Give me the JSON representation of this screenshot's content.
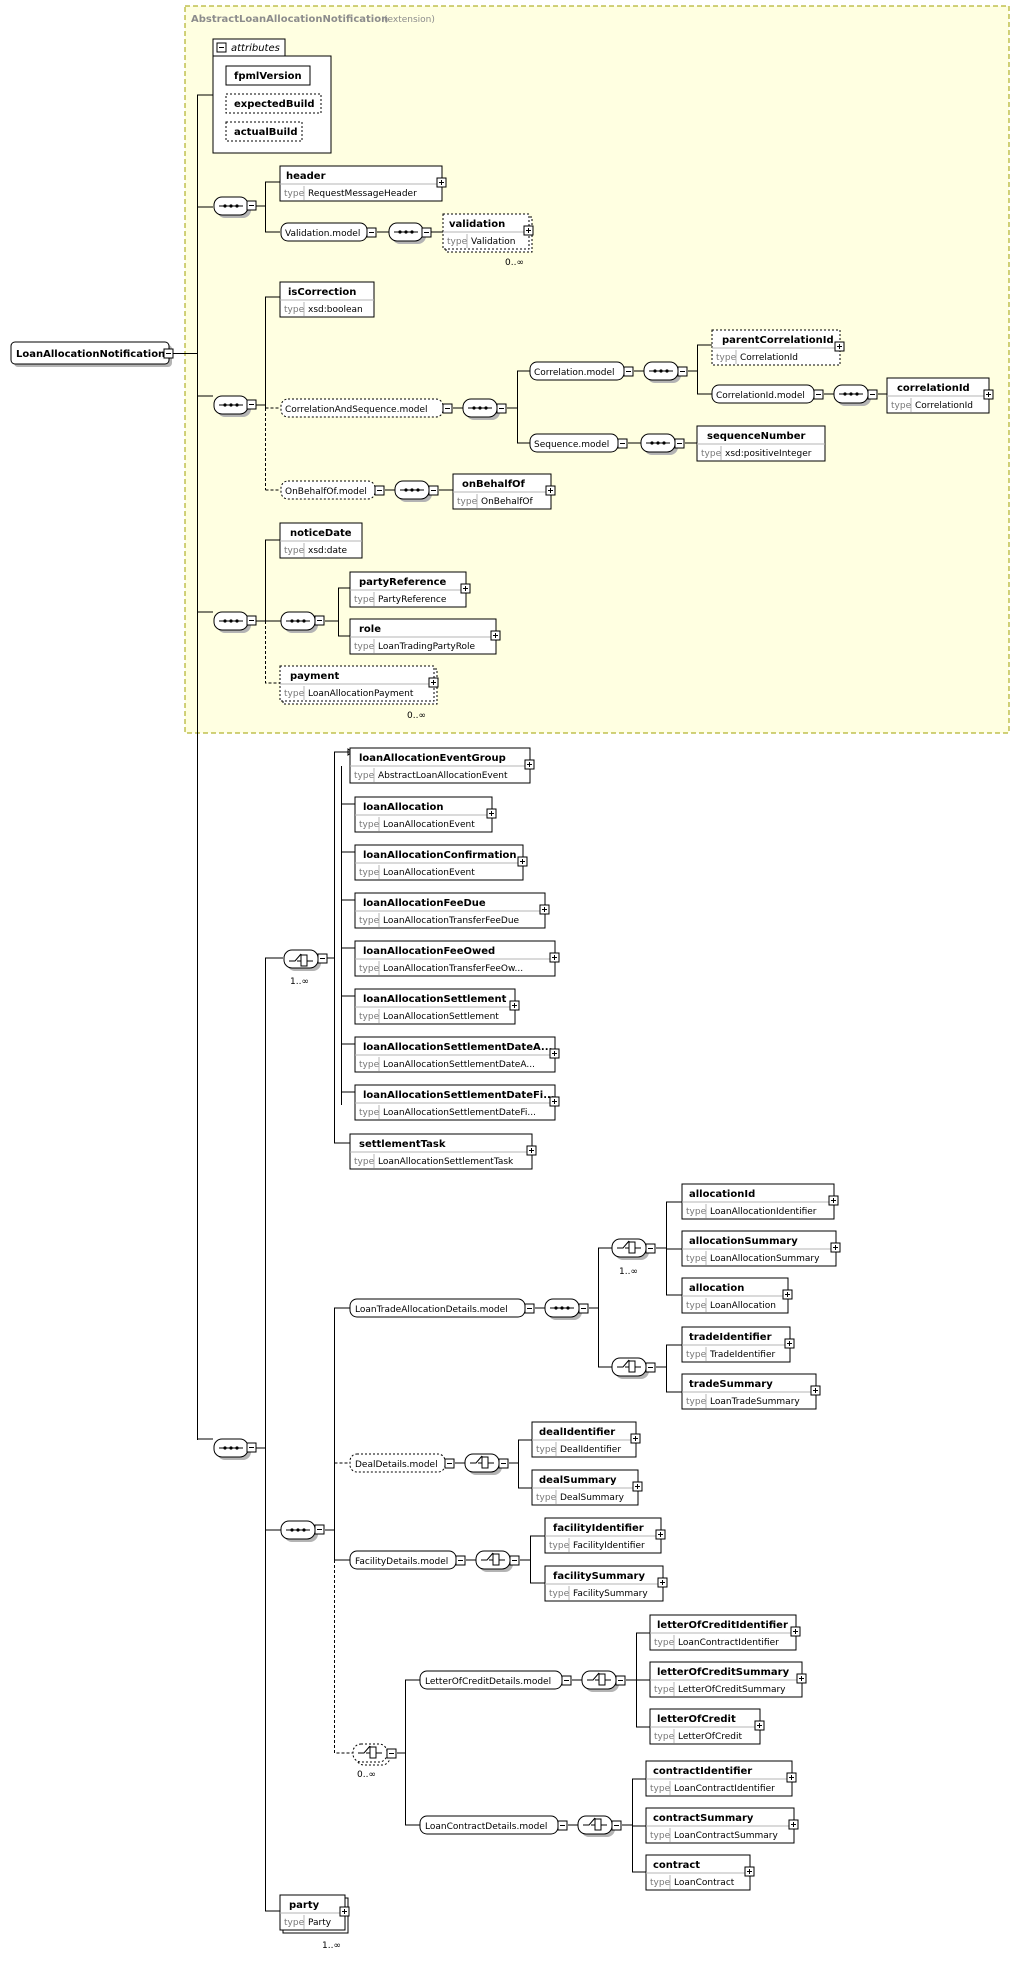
{
  "extension": {
    "title": "AbstractLoanAllocationNotification",
    "suffix": "(extension)",
    "attributes_label": "attributes",
    "attributes": [
      "fpmlVersion",
      "expectedBuild",
      "actualBuild"
    ]
  },
  "root": {
    "label": "LoanAllocationNotification"
  },
  "type_prefix": "type",
  "elements": [
    {
      "name": "header",
      "type": "RequestMessageHeader"
    },
    {
      "name": "validation",
      "type": "Validation"
    },
    {
      "name": "isCorrection",
      "type": "xsd:boolean"
    },
    {
      "name": "parentCorrelationId",
      "type": "CorrelationId"
    },
    {
      "name": "correlationId",
      "type": "CorrelationId"
    },
    {
      "name": "sequenceNumber",
      "type": "xsd:positiveInteger"
    },
    {
      "name": "onBehalfOf",
      "type": "OnBehalfOf"
    },
    {
      "name": "noticeDate",
      "type": "xsd:date"
    },
    {
      "name": "partyReference",
      "type": "PartyReference"
    },
    {
      "name": "role",
      "type": "LoanTradingPartyRole"
    },
    {
      "name": "payment",
      "type": "LoanAllocationPayment"
    },
    {
      "name": "loanAllocationEventGroup",
      "type": "AbstractLoanAllocationEvent"
    },
    {
      "name": "loanAllocation",
      "type": "LoanAllocationEvent"
    },
    {
      "name": "loanAllocationConfirmation",
      "type": "LoanAllocationEvent"
    },
    {
      "name": "loanAllocationFeeDue",
      "type": "LoanAllocationTransferFeeDue"
    },
    {
      "name": "loanAllocationFeeOwed",
      "type": "LoanAllocationTransferFeeOw..."
    },
    {
      "name": "loanAllocationSettlement",
      "type": "LoanAllocationSettlement"
    },
    {
      "name": "loanAllocationSettlementDateA...",
      "type": "LoanAllocationSettlementDateA..."
    },
    {
      "name": "loanAllocationSettlementDateFi...",
      "type": "LoanAllocationSettlementDateFi..."
    },
    {
      "name": "settlementTask",
      "type": "LoanAllocationSettlementTask"
    },
    {
      "name": "allocationId",
      "type": "LoanAllocationIdentifier"
    },
    {
      "name": "allocationSummary",
      "type": "LoanAllocationSummary"
    },
    {
      "name": "allocation",
      "type": "LoanAllocation"
    },
    {
      "name": "tradeIdentifier",
      "type": "TradeIdentifier"
    },
    {
      "name": "tradeSummary",
      "type": "LoanTradeSummary"
    },
    {
      "name": "dealIdentifier",
      "type": "DealIdentifier"
    },
    {
      "name": "dealSummary",
      "type": "DealSummary"
    },
    {
      "name": "facilityIdentifier",
      "type": "FacilityIdentifier"
    },
    {
      "name": "facilitySummary",
      "type": "FacilitySummary"
    },
    {
      "name": "letterOfCreditIdentifier",
      "type": "LoanContractIdentifier"
    },
    {
      "name": "letterOfCreditSummary",
      "type": "LetterOfCreditSummary"
    },
    {
      "name": "letterOfCredit",
      "type": "LetterOfCredit"
    },
    {
      "name": "contractIdentifier",
      "type": "LoanContractIdentifier"
    },
    {
      "name": "contractSummary",
      "type": "LoanContractSummary"
    },
    {
      "name": "contract",
      "type": "LoanContract"
    },
    {
      "name": "party",
      "type": "Party"
    }
  ],
  "models": [
    "Validation.model",
    "CorrelationAndSequence.model",
    "Correlation.model",
    "CorrelationId.model",
    "Sequence.model",
    "OnBehalfOf.model",
    "LoanTradeAllocationDetails.model",
    "DealDetails.model",
    "FacilityDetails.model",
    "LetterOfCreditDetails.model",
    "LoanContractDetails.model"
  ],
  "cardinalities": {
    "validation": "0..∞",
    "payment": "0..∞",
    "event_choice": "1..∞",
    "allocation_choice": "1..∞",
    "details_choice": "0..∞",
    "party": "1..∞"
  }
}
